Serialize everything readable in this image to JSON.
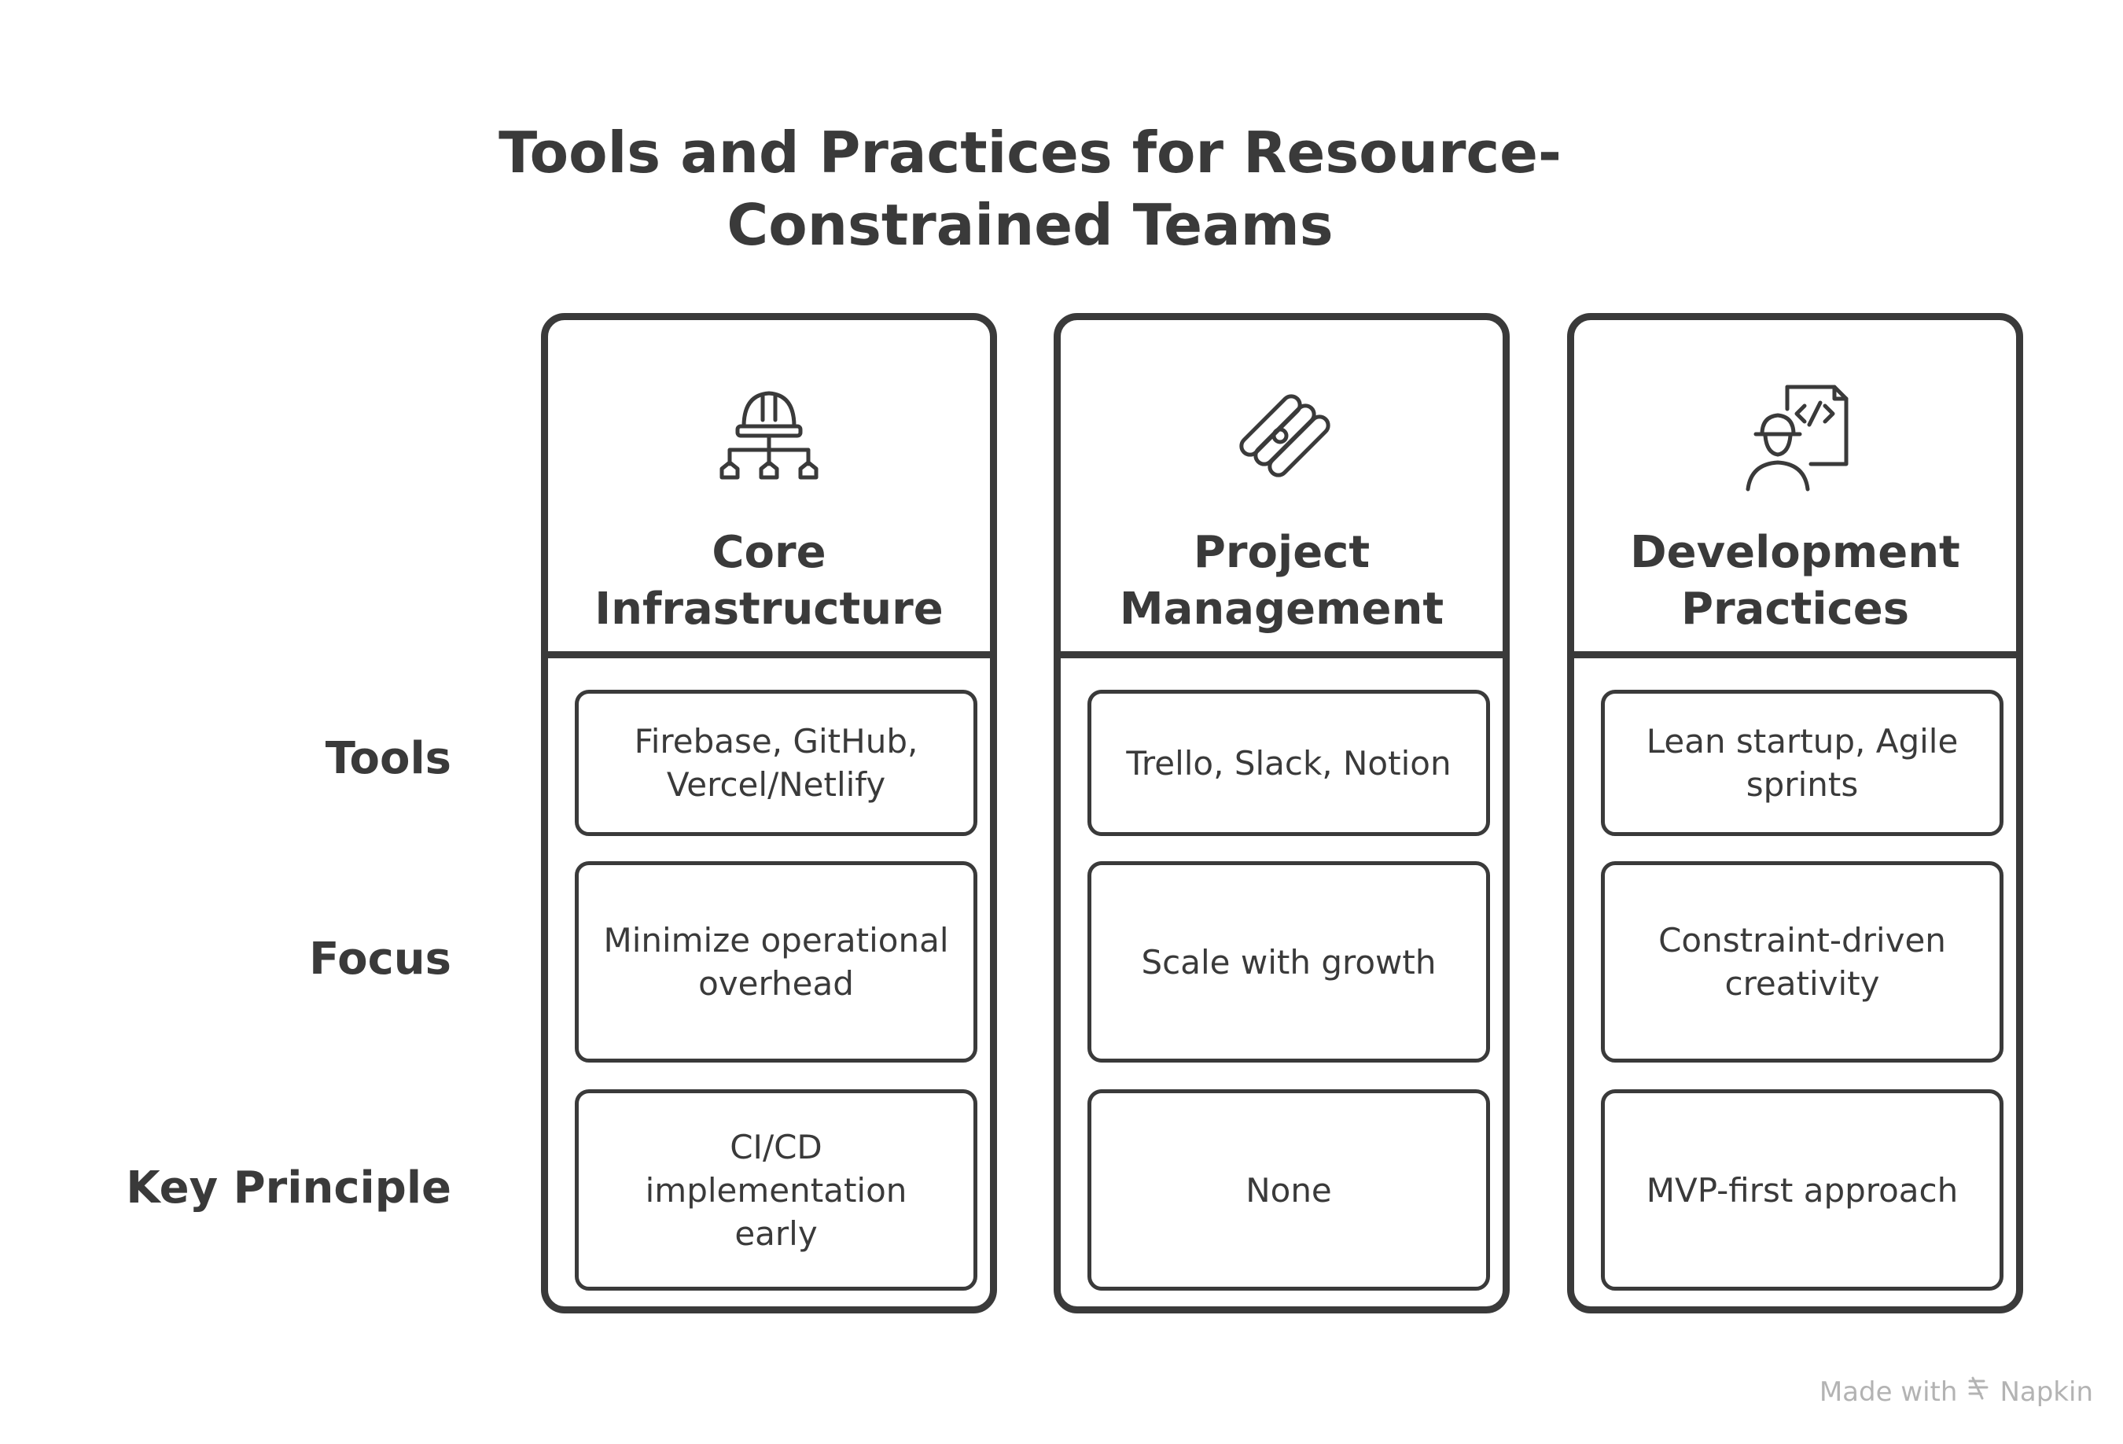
{
  "title": {
    "line1": "Tools and Practices for Resource-",
    "line2": "Constrained Teams"
  },
  "row_labels": {
    "tools": "Tools",
    "focus": "Focus",
    "principle": "Key Principle"
  },
  "columns": [
    {
      "icon": "hardhat-network-icon",
      "title_line1": "Core",
      "title_line2": "Infrastructure",
      "tools": "Firebase, GitHub, Vercel/Netlify",
      "focus": "Minimize operational overhead",
      "principle": "CI/CD implementation early"
    },
    {
      "icon": "slanted-bars-icon",
      "title_line1": "Project",
      "title_line2": "Management",
      "tools": "Trello, Slack, Notion",
      "focus": "Scale with growth",
      "principle": "None"
    },
    {
      "icon": "developer-code-icon",
      "title_line1": "Development",
      "title_line2": "Practices",
      "tools": "Lean startup, Agile sprints",
      "focus": "Constraint-driven creativity",
      "principle": "MVP-first approach"
    }
  ],
  "footer": {
    "made_with": "Made with",
    "brand": "Napkin"
  },
  "colors": {
    "ink": "#3a3a3a",
    "footer": "#b3b3b3",
    "background": "#ffffff"
  }
}
